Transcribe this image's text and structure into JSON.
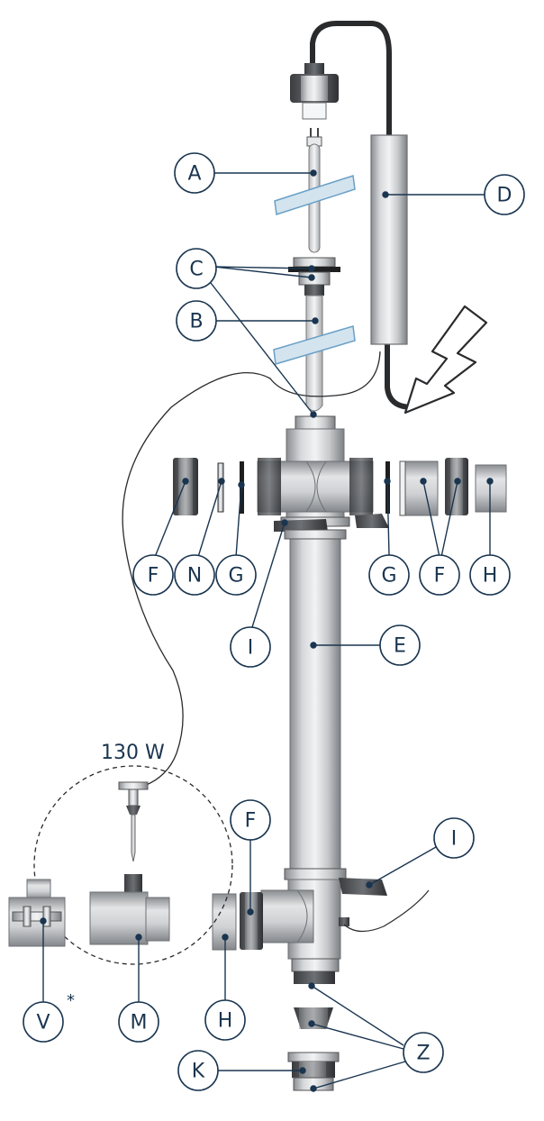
{
  "diagram": {
    "power_label": "130 W",
    "asterisk": "*",
    "callouts": {
      "a": "A",
      "b": "B",
      "c": "C",
      "d": "D",
      "e": "E",
      "f1": "F",
      "n": "N",
      "g1": "G",
      "g2": "G",
      "f2": "F",
      "h1": "H",
      "i1": "I",
      "f3": "F",
      "i2": "I",
      "v": "V",
      "m": "M",
      "h2": "H",
      "k": "K",
      "z": "Z"
    }
  }
}
